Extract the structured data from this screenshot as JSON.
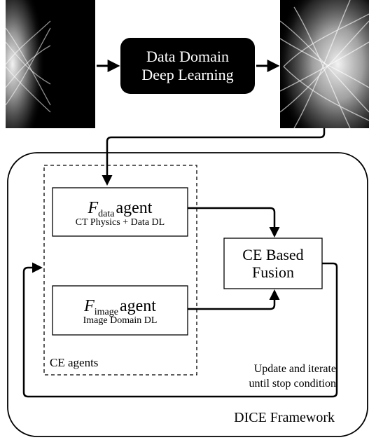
{
  "dl_box": {
    "line1": "Data Domain",
    "line2": "Deep Learning"
  },
  "fdata_agent": {
    "symbol": "F",
    "subscript": "data",
    "word": "agent",
    "subtitle": "CT Physics + Data DL"
  },
  "fimage_agent": {
    "symbol": "F",
    "subscript": "image",
    "word": "agent",
    "subtitle": "Image Domain DL"
  },
  "fusion": {
    "line1": "CE Based",
    "line2": "Fusion"
  },
  "ce_agents_label": "CE agents",
  "update_label": {
    "line1": "Update and iterate",
    "line2": "until stop condition"
  },
  "framework_label": "DICE Framework",
  "colors": {
    "dl_box_fill": "#000000",
    "dl_box_text": "#ffffff",
    "lines": "#000000"
  },
  "images": [
    {
      "name": "input-sinogram-image",
      "description_label": ""
    },
    {
      "name": "output-sinogram-image",
      "description_label": ""
    }
  ]
}
